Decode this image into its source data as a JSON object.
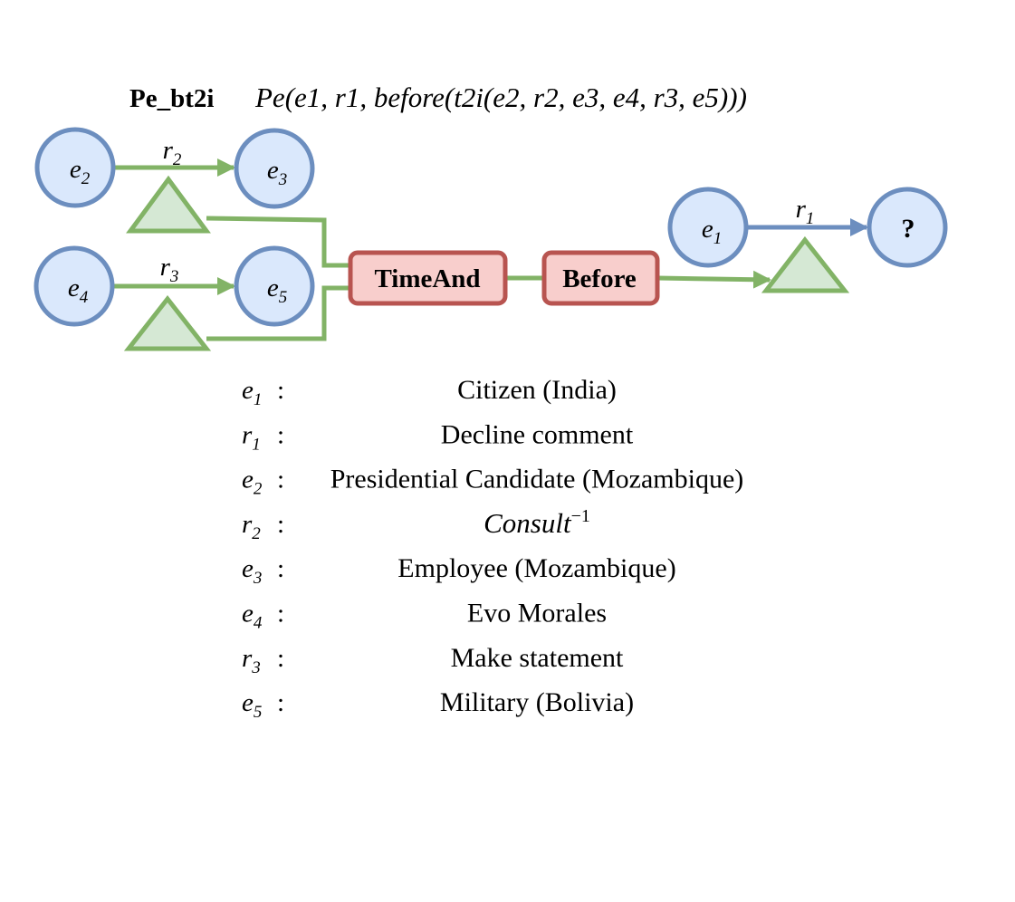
{
  "title": {
    "name": "Pe_bt2i",
    "formula": "Pe(e1, r1, before(t2i(e2, r2, e3, e4, r3, e5)))"
  },
  "nodes": {
    "e2": {
      "base": "e",
      "sub": "2"
    },
    "e3": {
      "base": "e",
      "sub": "3"
    },
    "e4": {
      "base": "e",
      "sub": "4"
    },
    "e5": {
      "base": "e",
      "sub": "5"
    },
    "e1": {
      "base": "e",
      "sub": "1"
    },
    "answer": "?"
  },
  "edges": {
    "r2": {
      "base": "r",
      "sub": "2"
    },
    "r3": {
      "base": "r",
      "sub": "3"
    },
    "r1": {
      "base": "r",
      "sub": "1"
    }
  },
  "operators": {
    "timeand": "TimeAnd",
    "before": "Before"
  },
  "legend": [
    {
      "base": "e",
      "sub": "1",
      "value": "Citizen (India)"
    },
    {
      "base": "r",
      "sub": "1",
      "value": "Decline comment"
    },
    {
      "base": "e",
      "sub": "2",
      "value": "Presidential Candidate (Mozambique)"
    },
    {
      "base": "r",
      "sub": "2",
      "value": "Consult",
      "value_sup": "−1",
      "italic": true
    },
    {
      "base": "e",
      "sub": "3",
      "value": "Employee (Mozambique)"
    },
    {
      "base": "e",
      "sub": "4",
      "value": "Evo Morales"
    },
    {
      "base": "r",
      "sub": "3",
      "value": "Make statement"
    },
    {
      "base": "e",
      "sub": "5",
      "value": "Military (Bolivia)"
    }
  ],
  "colors": {
    "entity_fill": "#dae8fc",
    "entity_stroke": "#6c8ebf",
    "green_stroke": "#82b366",
    "green_fill": "#d5e8d4",
    "operator_fill": "#f8cecc",
    "operator_stroke": "#b85450"
  }
}
